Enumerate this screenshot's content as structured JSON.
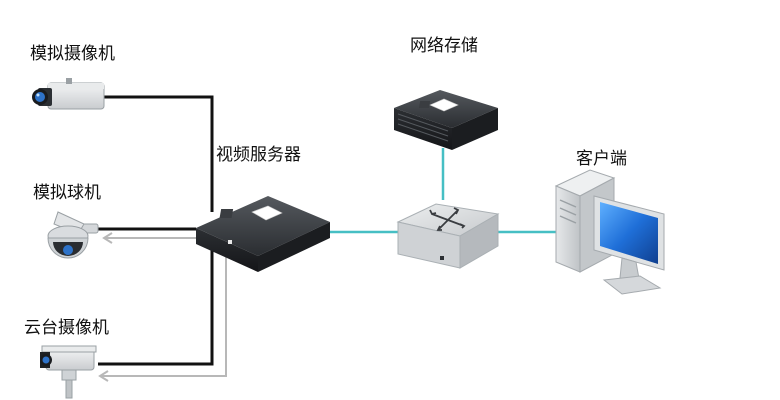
{
  "labels": {
    "analog_camera": "模拟摄像机",
    "analog_dome": "模拟球机",
    "ptz_camera": "云台摄像机",
    "video_server": "视频服务器",
    "network_storage": "网络存储",
    "client": "客户端"
  },
  "colors": {
    "control_line": "#111111",
    "return_line": "#b8b8b8",
    "network_line": "#46bfc4",
    "device_dark": "#1d1f22",
    "device_light": "#d9dbdd",
    "screen_blue": "#1e6fd6"
  },
  "icons": {
    "analog_camera": "box-camera-icon",
    "analog_dome": "dome-camera-icon",
    "ptz_camera": "ptz-camera-icon",
    "video_server": "video-server-icon",
    "network_storage": "nas-icon",
    "switch": "network-switch-icon",
    "client": "desktop-computer-icon"
  }
}
